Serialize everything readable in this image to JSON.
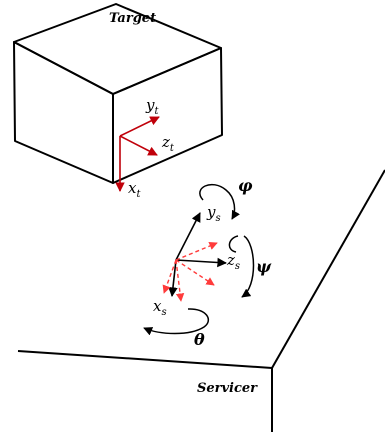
{
  "labels": {
    "target": "Target",
    "servicer": "Servicer"
  },
  "target_axes": {
    "y": {
      "base": "y",
      "sub": "t"
    },
    "z": {
      "base": "z",
      "sub": "t"
    },
    "x": {
      "base": "x",
      "sub": "t"
    }
  },
  "servicer_axes": {
    "y": {
      "base": "y",
      "sub": "s"
    },
    "z": {
      "base": "z",
      "sub": "s"
    },
    "x": {
      "base": "x",
      "sub": "s"
    }
  },
  "rotations": {
    "phi": "φ",
    "psi": "ψ",
    "theta": "θ"
  },
  "colors": {
    "line": "#000000",
    "target_axes": "#c0000a",
    "dashed_axes": "#ff3b3b"
  }
}
